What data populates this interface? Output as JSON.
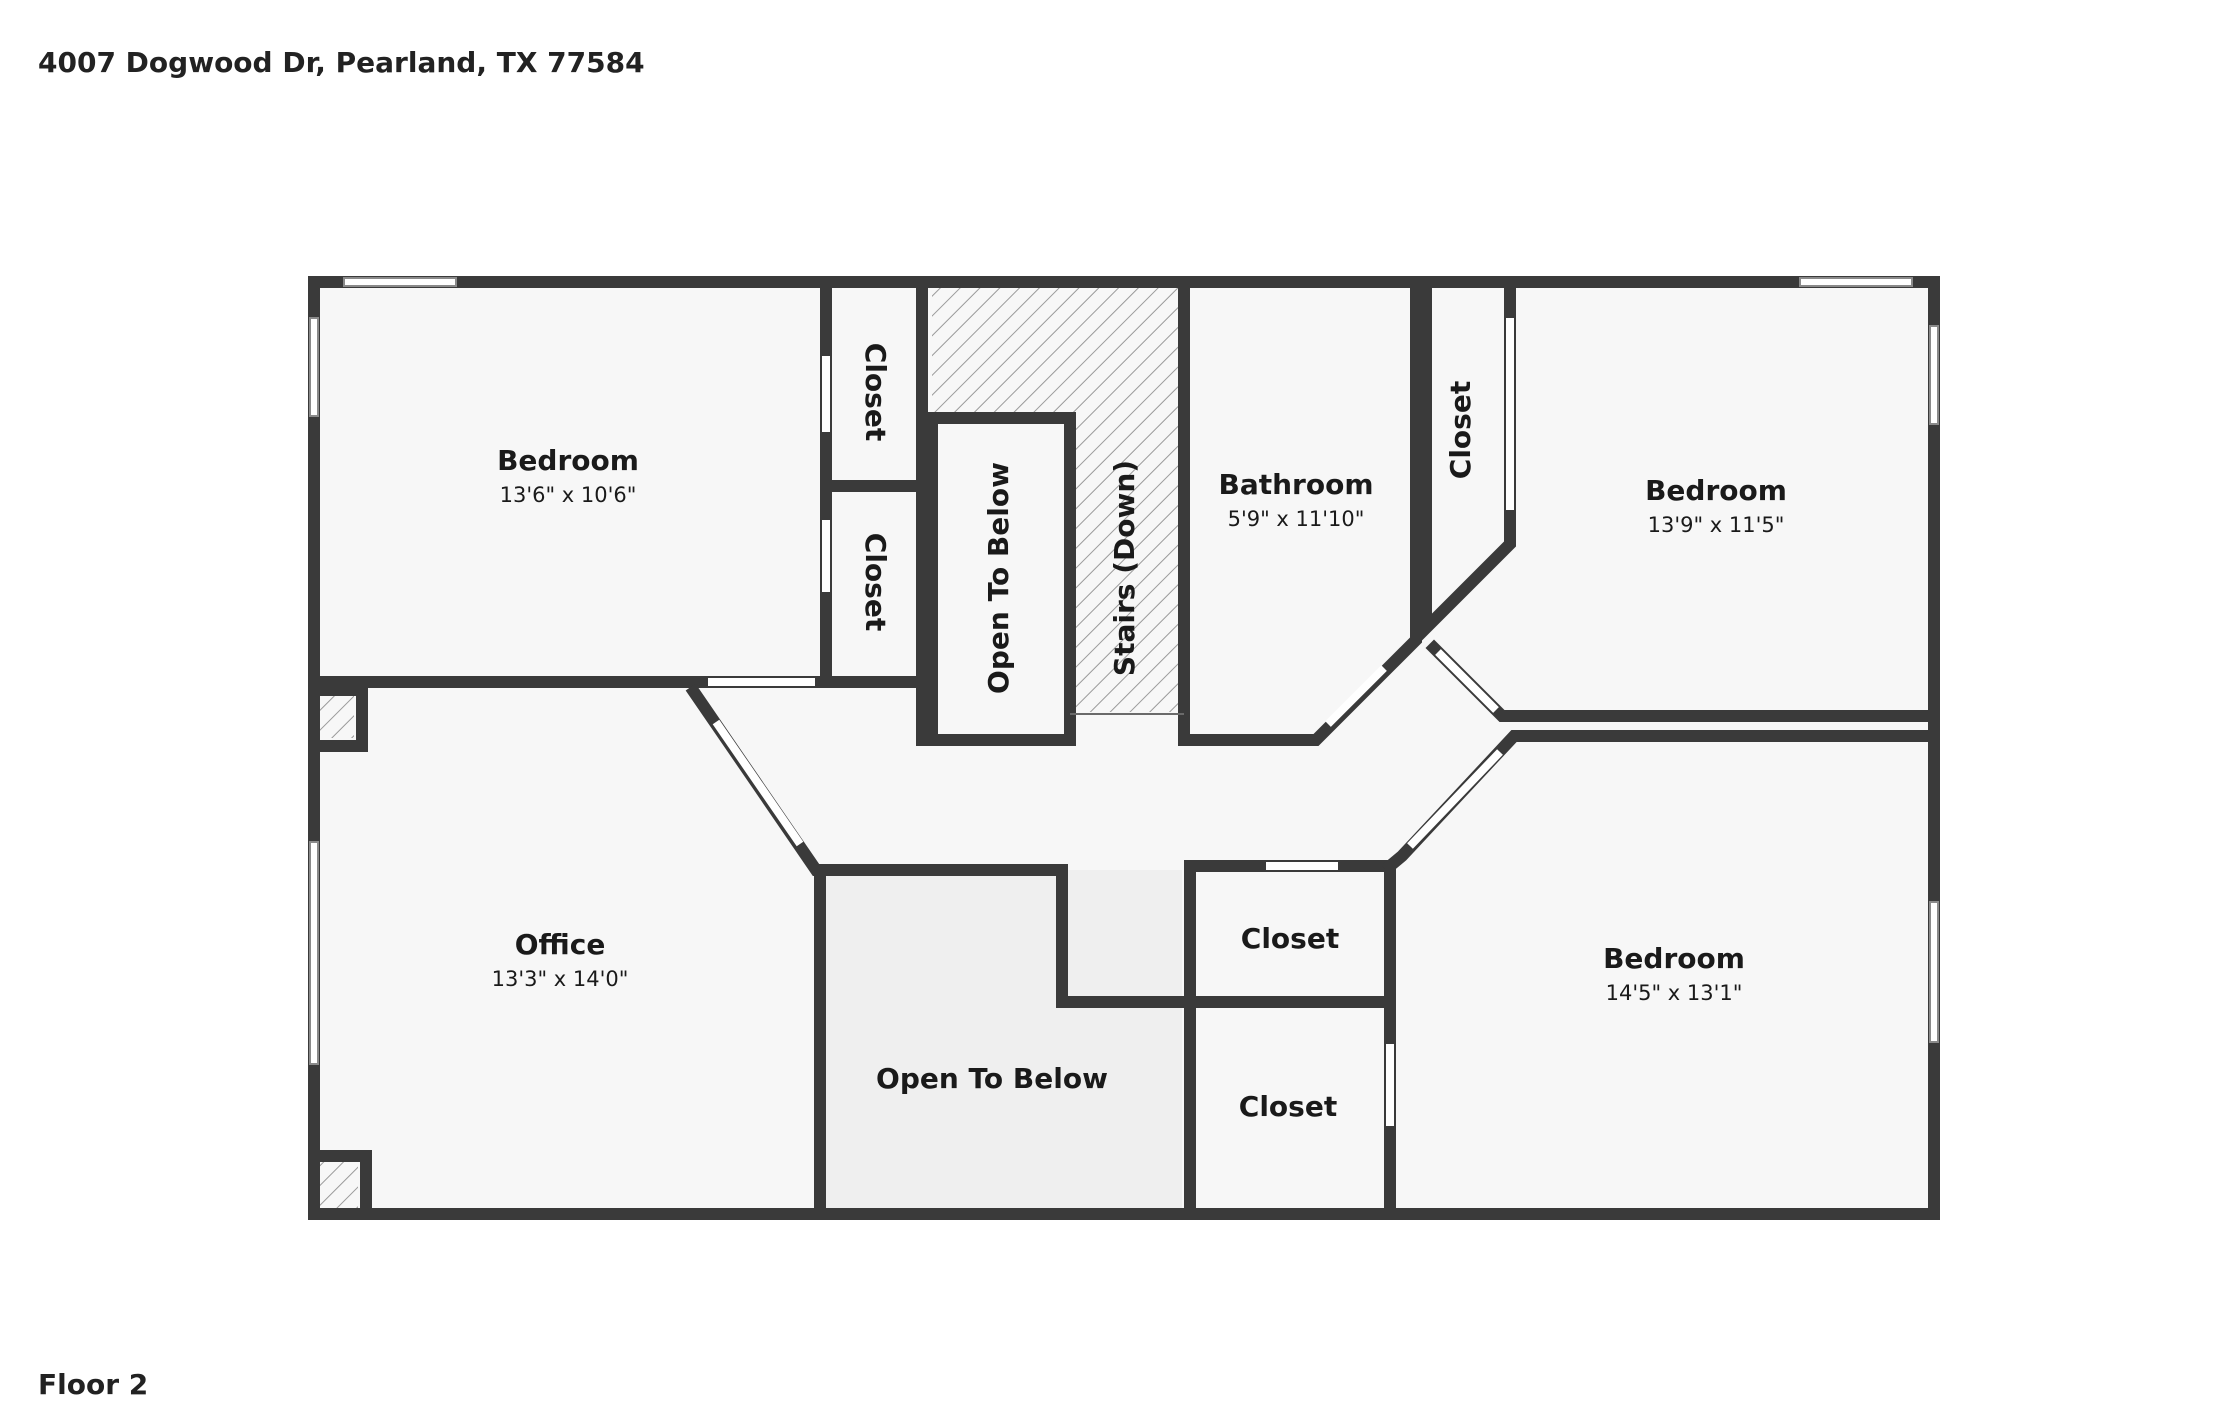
{
  "header": {
    "address": "4007 Dogwood Dr, Pearland, TX 77584"
  },
  "footer": {
    "floor": "Floor 2"
  },
  "rooms": {
    "bedroom_tl": {
      "name": "Bedroom",
      "dims": "13'6\" x 10'6\""
    },
    "closet_1": {
      "name": "Closet"
    },
    "closet_2": {
      "name": "Closet"
    },
    "open_small": {
      "name": "Open To Below"
    },
    "stairs": {
      "name": "Stairs (Down)"
    },
    "bathroom": {
      "name": "Bathroom",
      "dims": "5'9\" x 11'10\""
    },
    "closet_3": {
      "name": "Closet"
    },
    "bedroom_tr": {
      "name": "Bedroom",
      "dims": "13'9\" x 11'5\""
    },
    "office": {
      "name": "Office",
      "dims": "13'3\" x 14'0\""
    },
    "open_large": {
      "name": "Open To Below"
    },
    "closet_4": {
      "name": "Closet"
    },
    "closet_5": {
      "name": "Closet"
    },
    "bedroom_br": {
      "name": "Bedroom",
      "dims": "14'5\" x 13'1\""
    }
  },
  "colors": {
    "wall": "#3a3a3a",
    "floor": "#f7f7f7",
    "open_below": "#efefef",
    "hatch": "#9a9a9a"
  }
}
